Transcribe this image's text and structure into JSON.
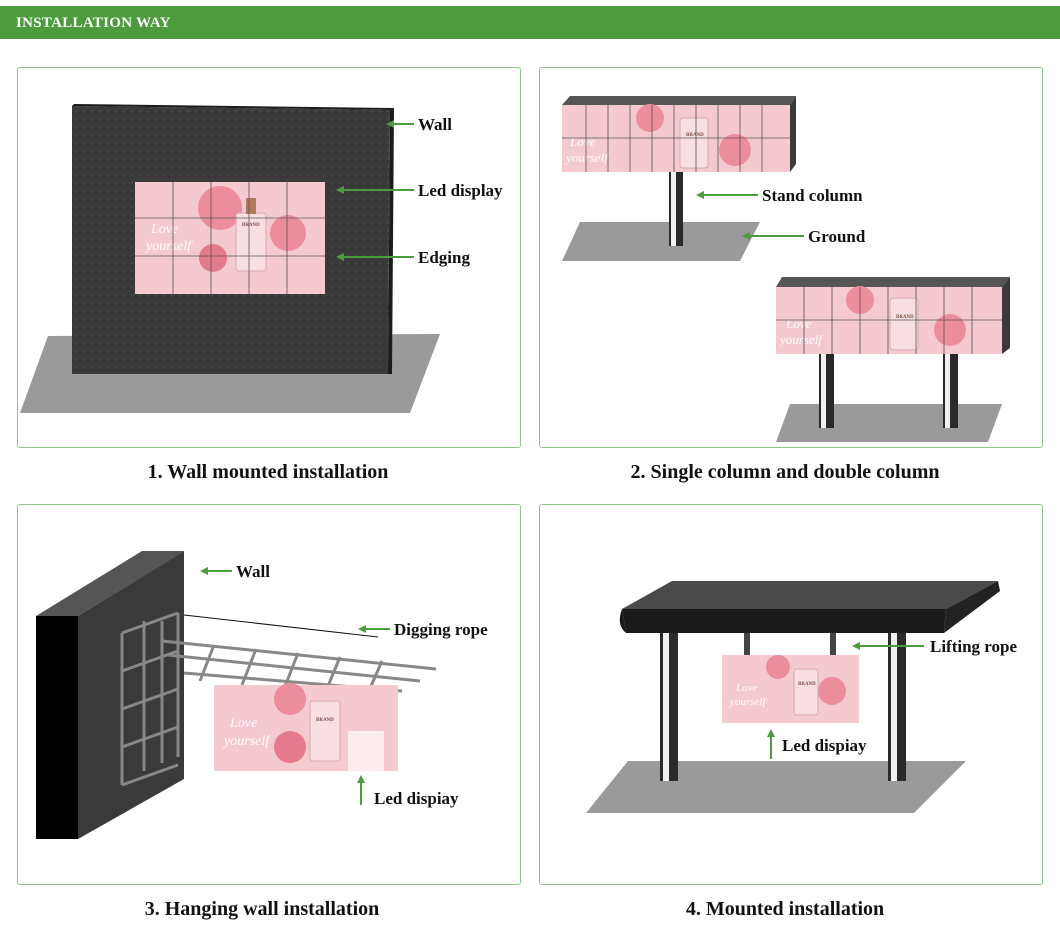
{
  "header": {
    "title": "INSTALLATION WAY"
  },
  "panels": [
    {
      "caption": "1. Wall mounted installation",
      "labels": {
        "wall": "Wall",
        "led": "Led display",
        "edging": "Edging"
      }
    },
    {
      "caption": "2. Single column and double column",
      "labels": {
        "stand": "Stand column",
        "ground": "Ground"
      }
    },
    {
      "caption": "3. Hanging wall installation",
      "labels": {
        "wall": "Wall",
        "rope": "Digging rope",
        "led": "Led dispiay"
      }
    },
    {
      "caption": "4. Mounted installation",
      "labels": {
        "rope": "Lifting rope",
        "led": "Led dispiay"
      }
    }
  ],
  "ad": {
    "line1": "Love",
    "line2": "yourself",
    "brand": "BRAND"
  },
  "colors": {
    "accent": "#4c9b3c",
    "border": "#8fc48a",
    "ground": "#9a9a9a",
    "dark": "#3a3a3a",
    "pink": "#f4c9cf"
  }
}
